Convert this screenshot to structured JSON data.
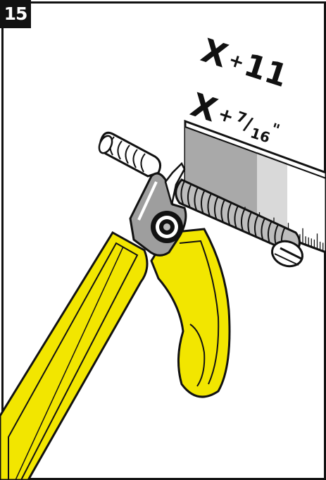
{
  "step": {
    "number": "15"
  },
  "measurements": {
    "primary": {
      "prefix": "X",
      "operator": "+",
      "value": "11"
    },
    "secondary": {
      "prefix": "X",
      "operator": "+",
      "numerator": "7",
      "slash": "/",
      "denominator": "16",
      "unit": "\""
    }
  },
  "illustration": {
    "subject": "flush-cutter-pliers",
    "colors": {
      "handle": "#f2e600",
      "outline": "#111111",
      "ruler_shade": "#a9a9a9",
      "ruler_light": "#d9d9d9"
    },
    "icons": [
      "pliers-icon",
      "bolt-icon",
      "ruler-icon",
      "spring-icon"
    ]
  }
}
